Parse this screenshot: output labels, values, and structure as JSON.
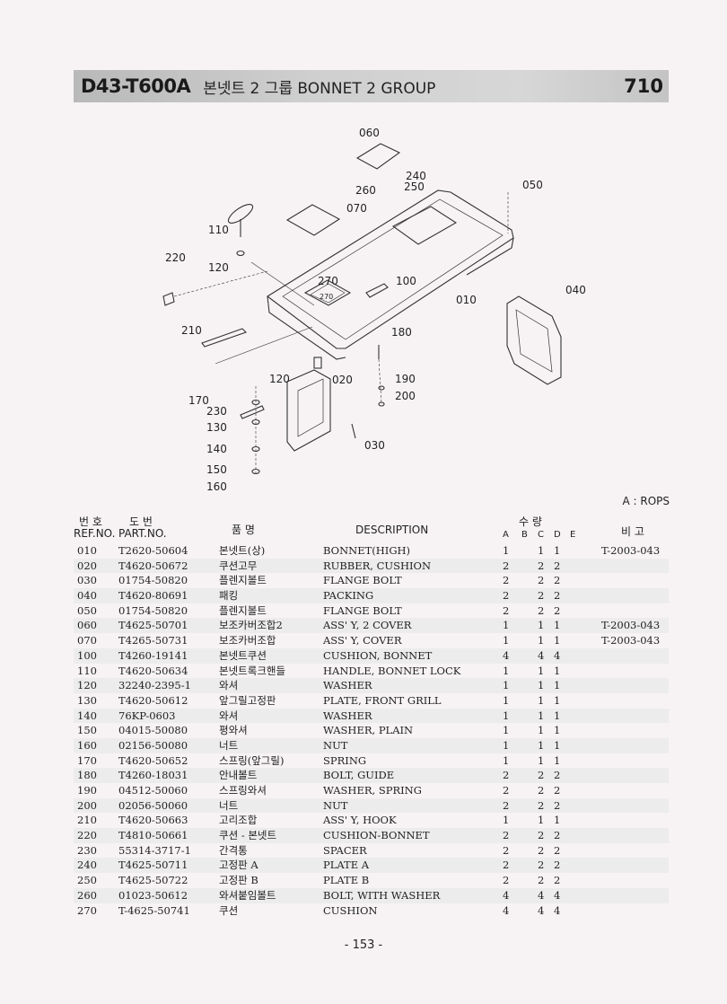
{
  "header": {
    "code": "D43-T600A",
    "title": "본넷트 2 그룹 BONNET 2 GROUP",
    "page_section": "710"
  },
  "diagram": {
    "callouts": [
      "060",
      "240",
      "250",
      "260",
      "050",
      "070",
      "110",
      "220",
      "120",
      "270",
      "100",
      "010",
      "040",
      "210",
      "180",
      "120",
      "020",
      "190",
      "170",
      "200",
      "230",
      "130",
      "140",
      "030",
      "150",
      "160"
    ],
    "inner_label": "270"
  },
  "rops_note": "A : ROPS",
  "columns": {
    "ref_kr": "번 호",
    "part_kr": "도 번",
    "ref_en": "REF.NO.",
    "part_en": "PART.NO.",
    "name_kr": "품   명",
    "desc": "DESCRIPTION",
    "qty_kr": "수   량",
    "qty_a": "A",
    "qty_b": "B",
    "qty_c": "C",
    "qty_d": "D",
    "qty_e": "E",
    "remark_kr": "비 고"
  },
  "parts": [
    {
      "ref": "010",
      "part": "T2620-50604",
      "kr": "본넷트(상)",
      "desc": "BONNET(HIGH)",
      "a": "1",
      "c": "1",
      "d": "1",
      "rem": "T-2003-043"
    },
    {
      "ref": "020",
      "part": "T4620-50672",
      "kr": "쿠션고무",
      "desc": "RUBBER, CUSHION",
      "a": "2",
      "c": "2",
      "d": "2",
      "rem": ""
    },
    {
      "ref": "030",
      "part": "01754-50820",
      "kr": "플렌지볼트",
      "desc": "FLANGE BOLT",
      "a": "2",
      "c": "2",
      "d": "2",
      "rem": ""
    },
    {
      "ref": "040",
      "part": "T4620-80691",
      "kr": "패킹",
      "desc": "PACKING",
      "a": "2",
      "c": "2",
      "d": "2",
      "rem": ""
    },
    {
      "ref": "050",
      "part": "01754-50820",
      "kr": "플렌지볼트",
      "desc": "FLANGE BOLT",
      "a": "2",
      "c": "2",
      "d": "2",
      "rem": ""
    },
    {
      "ref": "060",
      "part": "T4625-50701",
      "kr": "보조카버조합2",
      "desc": "ASS' Y, 2 COVER",
      "a": "1",
      "c": "1",
      "d": "1",
      "rem": "T-2003-043"
    },
    {
      "ref": "070",
      "part": "T4265-50731",
      "kr": "보조카버조합",
      "desc": "ASS' Y, COVER",
      "a": "1",
      "c": "1",
      "d": "1",
      "rem": "T-2003-043"
    },
    {
      "ref": "100",
      "part": "T4260-19141",
      "kr": "본넷트쿠션",
      "desc": "CUSHION, BONNET",
      "a": "4",
      "c": "4",
      "d": "4",
      "rem": ""
    },
    {
      "ref": "110",
      "part": "T4620-50634",
      "kr": "본넷트록크핸들",
      "desc": "HANDLE, BONNET LOCK",
      "a": "1",
      "c": "1",
      "d": "1",
      "rem": ""
    },
    {
      "ref": "120",
      "part": "32240-2395-1",
      "kr": "와셔",
      "desc": "WASHER",
      "a": "1",
      "c": "1",
      "d": "1",
      "rem": ""
    },
    {
      "ref": "130",
      "part": "T4620-50612",
      "kr": "앞그릴고정판",
      "desc": "PLATE, FRONT GRILL",
      "a": "1",
      "c": "1",
      "d": "1",
      "rem": ""
    },
    {
      "ref": "140",
      "part": "76KP-0603",
      "kr": "와셔",
      "desc": "WASHER",
      "a": "1",
      "c": "1",
      "d": "1",
      "rem": ""
    },
    {
      "ref": "150",
      "part": "04015-50080",
      "kr": "평와셔",
      "desc": "WASHER, PLAIN",
      "a": "1",
      "c": "1",
      "d": "1",
      "rem": ""
    },
    {
      "ref": "160",
      "part": "02156-50080",
      "kr": "너트",
      "desc": "NUT",
      "a": "1",
      "c": "1",
      "d": "1",
      "rem": ""
    },
    {
      "ref": "170",
      "part": "T4620-50652",
      "kr": "스프링(앞그릴)",
      "desc": "SPRING",
      "a": "1",
      "c": "1",
      "d": "1",
      "rem": ""
    },
    {
      "ref": "180",
      "part": "T4260-18031",
      "kr": "안내볼트",
      "desc": "BOLT, GUIDE",
      "a": "2",
      "c": "2",
      "d": "2",
      "rem": ""
    },
    {
      "ref": "190",
      "part": "04512-50060",
      "kr": "스프링와셔",
      "desc": "WASHER, SPRING",
      "a": "2",
      "c": "2",
      "d": "2",
      "rem": ""
    },
    {
      "ref": "200",
      "part": "02056-50060",
      "kr": "너트",
      "desc": "NUT",
      "a": "2",
      "c": "2",
      "d": "2",
      "rem": ""
    },
    {
      "ref": "210",
      "part": "T4620-50663",
      "kr": "고리조합",
      "desc": "ASS' Y, HOOK",
      "a": "1",
      "c": "1",
      "d": "1",
      "rem": ""
    },
    {
      "ref": "220",
      "part": "T4810-50661",
      "kr": "쿠션 - 본넷트",
      "desc": "CUSHION-BONNET",
      "a": "2",
      "c": "2",
      "d": "2",
      "rem": ""
    },
    {
      "ref": "230",
      "part": "55314-3717-1",
      "kr": "간격통",
      "desc": "SPACER",
      "a": "2",
      "c": "2",
      "d": "2",
      "rem": ""
    },
    {
      "ref": "240",
      "part": "T4625-50711",
      "kr": "고정판 A",
      "desc": "PLATE A",
      "a": "2",
      "c": "2",
      "d": "2",
      "rem": ""
    },
    {
      "ref": "250",
      "part": "T4625-50722",
      "kr": "고정판 B",
      "desc": "PLATE B",
      "a": "2",
      "c": "2",
      "d": "2",
      "rem": ""
    },
    {
      "ref": "260",
      "part": "01023-50612",
      "kr": "와셔붙임볼트",
      "desc": "BOLT, WITH WASHER",
      "a": "4",
      "c": "4",
      "d": "4",
      "rem": ""
    },
    {
      "ref": "270",
      "part": "T-4625-50741",
      "kr": "쿠션",
      "desc": "CUSHION",
      "a": "4",
      "c": "4",
      "d": "4",
      "rem": ""
    }
  ],
  "footer": "- 153 -"
}
